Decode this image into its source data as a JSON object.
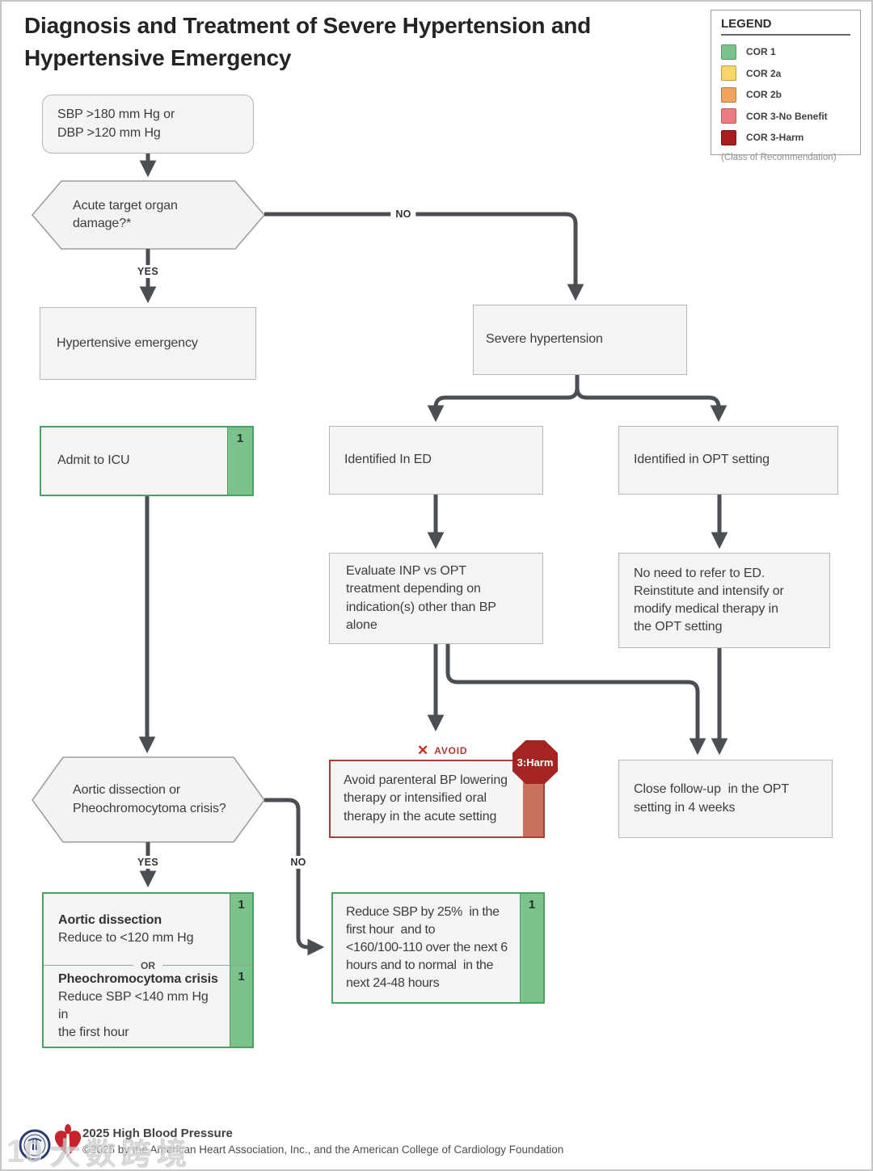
{
  "title": "Diagnosis and Treatment of Severe Hypertension and Hypertensive Emergency",
  "legend": {
    "title": "LEGEND",
    "footnote": "(Class of Recommendation)",
    "items": [
      {
        "label": "COR 1",
        "color": "#7cc28c"
      },
      {
        "label": "COR 2a",
        "color": "#f9d667"
      },
      {
        "label": "COR 2b",
        "color": "#f2a45c"
      },
      {
        "label": "COR 3-No Benefit",
        "color": "#ee7b81"
      },
      {
        "label": "COR 3-Harm",
        "color": "#a81e1e"
      }
    ]
  },
  "nodes": {
    "start": "SBP >180 mm Hg or\nDBP >120 mm Hg",
    "decision_acute": "Acute target organ\ndamage?*",
    "hypertensive_emergency": "Hypertensive emergency",
    "severe_hypertension": "Severe hypertension",
    "admit_icu": "Admit to ICU",
    "identified_ed": "Identified In ED",
    "identified_opt": "Identified in OPT setting",
    "evaluate_inp_opt": "Evaluate INP vs OPT\ntreatment depending on\nindication(s) other than BP\nalone",
    "no_refer_ed": "No need to refer to ED.\nReinstitute and intensify or\nmodify medical therapy in\nthe OPT setting",
    "avoid_parenteral": "Avoid parenteral BP lowering\ntherapy or intensified oral\ntherapy in the acute setting",
    "close_followup": "Close follow-up  in the OPT\nsetting in 4 weeks",
    "decision_aortic": "Aortic dissection or\nPheochromocytoma crisis?",
    "aortic_title": "Aortic dissection",
    "aortic_detail": "Reduce to <120 mm Hg",
    "pheo_title": "Pheochromocytoma crisis",
    "pheo_detail": "Reduce SBP <140 mm Hg in\nthe first hour",
    "reduce_sbp": "Reduce SBP by 25%  in the\nfirst hour  and to\n<160/100-110 over the next 6\nhours and to normal  in the\nnext 24-48 hours"
  },
  "edge_labels": {
    "yes_top": "YES",
    "no_top": "NO",
    "yes_bottom": "YES",
    "no_bottom": "NO",
    "or": "OR",
    "avoid": "AVOID",
    "avoid_x": "✕"
  },
  "badges": {
    "cor1": "1",
    "harm": "3:Harm"
  },
  "footer": {
    "program": "2025 High Blood Pressure",
    "copyright": "©2025 by the American Heart Association, Inc., and the American College of Cardiology Foundation"
  },
  "watermark": {
    "icon": "10",
    "text": "大数跨境"
  },
  "colors": {
    "cor1_green": "#7cc28c",
    "cor1_border": "#4f9e63",
    "harm_red": "#a32421",
    "harm_stripe": "#c9705f",
    "avoid_red": "#c62b22",
    "arrow_gray": "#4b4f54"
  }
}
